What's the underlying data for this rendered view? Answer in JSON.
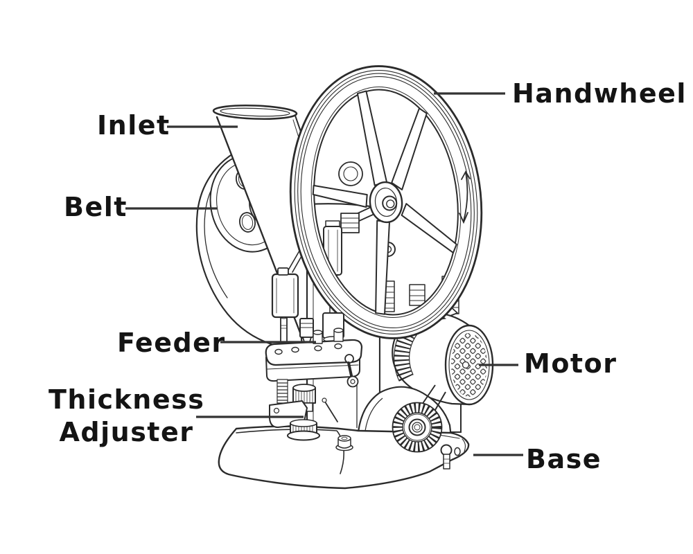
{
  "diagram": {
    "background": "#ffffff",
    "line_color": "#2b2b2b",
    "label_color": "#141414",
    "leader_color": "#333333",
    "labels": [
      {
        "id": "inlet",
        "text": "Inlet"
      },
      {
        "id": "belt",
        "text": "Belt"
      },
      {
        "id": "handwheel",
        "text": "Handwheel"
      },
      {
        "id": "feeder",
        "text": "Feeder"
      },
      {
        "id": "thickness-adjuster",
        "line1": "Thickness",
        "line2": "Adjuster"
      },
      {
        "id": "motor",
        "text": "Motor"
      },
      {
        "id": "base",
        "text": "Base"
      }
    ],
    "parts": [
      "handwheel",
      "inlet-funnel",
      "belt-housing",
      "feeder-block",
      "thickness-adjuster",
      "motor",
      "base",
      "pulley",
      "upper-punch-assembly"
    ]
  }
}
